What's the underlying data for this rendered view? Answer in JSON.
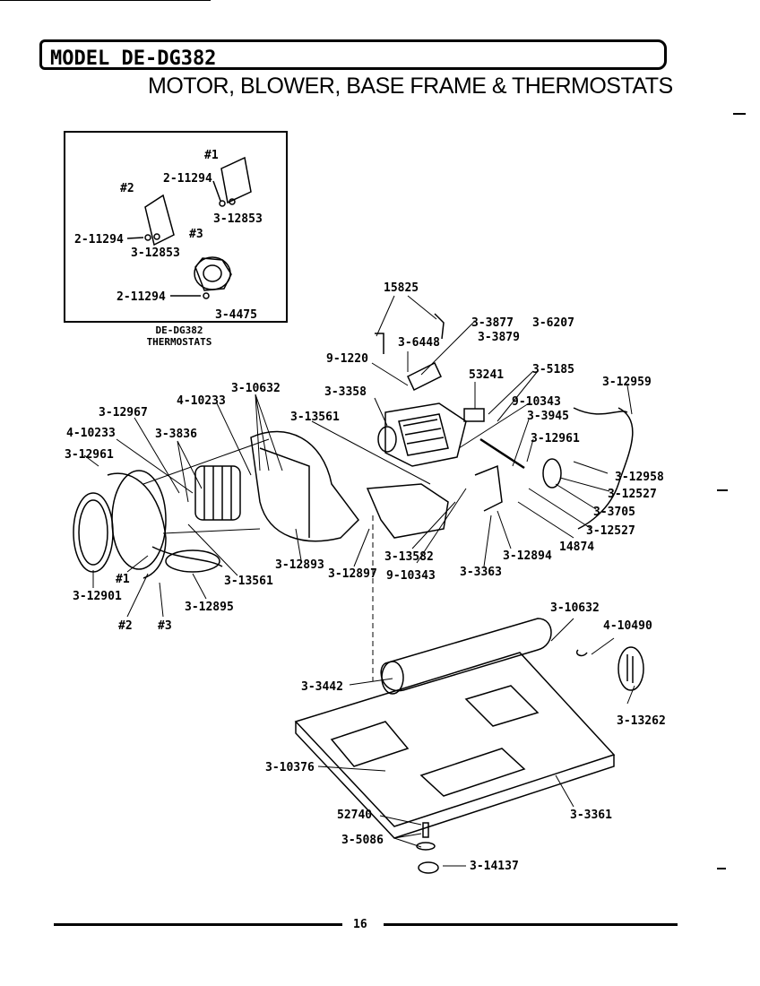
{
  "header": {
    "model": "MODEL DE-DG382",
    "subtitle": "MOTOR, BLOWER, BASE FRAME & THERMOSTATS"
  },
  "inset": {
    "caption_line1": "DE-DG382",
    "caption_line2": "THERMOSTATS",
    "labels": {
      "t1": "#1",
      "t2": "#2",
      "t3": "#3",
      "p_2_11294_a": "2-11294",
      "p_3_12853_a": "3-12853",
      "p_2_11294_b": "2-11294",
      "p_3_12853_b": "3-12853",
      "p_2_11294_c": "2-11294",
      "p_3_4475": "3-4475"
    }
  },
  "parts": {
    "p15825": "15825",
    "p3_3877": "3-3877",
    "p3_3879": "3-3879",
    "p3_6207": "3-6207",
    "p3_6448": "3-6448",
    "p9_1220": "9-1220",
    "p53241": "53241",
    "p3_5185": "3-5185",
    "p3_12959": "3-12959",
    "p3_3358": "3-3358",
    "p3_10632_a": "3-10632",
    "p4_10233_a": "4-10233",
    "p3_12967": "3-12967",
    "p3_13561_a": "3-13561",
    "p9_10343_a": "9-10343",
    "p3_3945": "3-3945",
    "p4_10233_b": "4-10233",
    "p3_3836": "3-3836",
    "p3_12961_a": "3-12961",
    "p3_12961_b": "3-12961",
    "p3_12958": "3-12958",
    "p3_12527_a": "3-12527",
    "p3_3705": "3-3705",
    "p3_12527_b": "3-12527",
    "p14874": "14874",
    "p3_12894": "3-12894",
    "p3_13582": "3-13582",
    "p3_12893": "3-12893",
    "p3_12897": "3-12897",
    "p9_10343_b": "9-10343",
    "p3_3363": "3-3363",
    "p3_13561_b": "3-13561",
    "p3_12901": "3-12901",
    "t1": "#1",
    "t2": "#2",
    "t3": "#3",
    "p3_12895": "3-12895",
    "p3_10632_b": "3-10632",
    "p4_10490": "4-10490",
    "p3_3442": "3-3442",
    "p3_13262": "3-13262",
    "p3_10376": "3-10376",
    "p52740": "52740",
    "p3_5086": "3-5086",
    "p3_3361": "3-3361",
    "p3_14137": "3-14137"
  },
  "footer": {
    "page_number": "16"
  }
}
